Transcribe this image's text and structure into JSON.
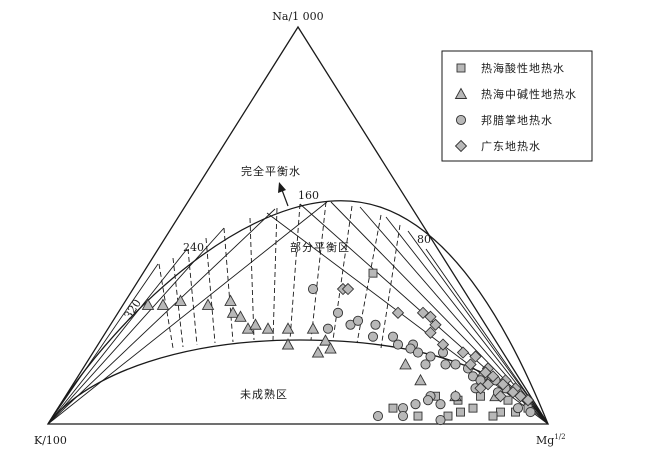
{
  "chart_data": {
    "type": "scatter",
    "diagram": "ternary",
    "vertices": {
      "top": "Na/1 000",
      "left": "K/100",
      "right": "Mg^(1/2)"
    },
    "right_vertex_base": "Mg",
    "right_vertex_sup": "1/2",
    "zones": {
      "equilibrium": "完全平衡水",
      "partial": "部分平衡区",
      "immature": "未成熟区"
    },
    "temperature_labels": [
      "320",
      "240",
      "160",
      "80"
    ],
    "legend": {
      "placement": "top-right",
      "entries": [
        {
          "name": "热海酸性地热水",
          "marker": "square"
        },
        {
          "name": "热海中碱性地热水",
          "marker": "triangle"
        },
        {
          "name": "邦腊掌地热水",
          "marker": "circle"
        },
        {
          "name": "广东地热水",
          "marker": "diamond"
        }
      ]
    },
    "marker_fill": "#b8b8b8",
    "marker_stroke": "#333333",
    "series": [
      {
        "name": "热海酸性地热水",
        "marker": "square",
        "points": [
          {
            "na": 0.04,
            "k": 0.02,
            "mg": 0.94
          },
          {
            "na": 0.03,
            "k": 0.05,
            "mg": 0.92
          },
          {
            "na": 0.03,
            "k": 0.08,
            "mg": 0.89
          },
          {
            "na": 0.02,
            "k": 0.1,
            "mg": 0.88
          },
          {
            "na": 0.04,
            "k": 0.13,
            "mg": 0.83
          },
          {
            "na": 0.03,
            "k": 0.16,
            "mg": 0.81
          },
          {
            "na": 0.02,
            "k": 0.19,
            "mg": 0.79
          },
          {
            "na": 0.06,
            "k": 0.05,
            "mg": 0.89
          },
          {
            "na": 0.07,
            "k": 0.1,
            "mg": 0.83
          },
          {
            "na": 0.07,
            "k": 0.19,
            "mg": 0.74
          },
          {
            "na": 0.02,
            "k": 0.25,
            "mg": 0.73
          },
          {
            "na": 0.04,
            "k": 0.29,
            "mg": 0.67
          },
          {
            "na": 0.06,
            "k": 0.15,
            "mg": 0.79
          },
          {
            "na": 0.38,
            "k": 0.16,
            "mg": 0.46
          }
        ]
      },
      {
        "name": "热海中碱性地热水",
        "marker": "triangle",
        "points": [
          {
            "na": 0.3,
            "k": 0.65,
            "mg": 0.05
          },
          {
            "na": 0.3,
            "k": 0.62,
            "mg": 0.08
          },
          {
            "na": 0.31,
            "k": 0.58,
            "mg": 0.11
          },
          {
            "na": 0.3,
            "k": 0.53,
            "mg": 0.17
          },
          {
            "na": 0.31,
            "k": 0.48,
            "mg": 0.21
          },
          {
            "na": 0.28,
            "k": 0.49,
            "mg": 0.23
          },
          {
            "na": 0.27,
            "k": 0.48,
            "mg": 0.25
          },
          {
            "na": 0.24,
            "k": 0.48,
            "mg": 0.28
          },
          {
            "na": 0.25,
            "k": 0.46,
            "mg": 0.29
          },
          {
            "na": 0.24,
            "k": 0.44,
            "mg": 0.32
          },
          {
            "na": 0.24,
            "k": 0.4,
            "mg": 0.36
          },
          {
            "na": 0.2,
            "k": 0.42,
            "mg": 0.38
          },
          {
            "na": 0.24,
            "k": 0.35,
            "mg": 0.41
          },
          {
            "na": 0.21,
            "k": 0.34,
            "mg": 0.45
          },
          {
            "na": 0.19,
            "k": 0.34,
            "mg": 0.47
          },
          {
            "na": 0.18,
            "k": 0.37,
            "mg": 0.45
          },
          {
            "na": 0.15,
            "k": 0.21,
            "mg": 0.64
          },
          {
            "na": 0.11,
            "k": 0.2,
            "mg": 0.69
          },
          {
            "na": 0.07,
            "k": 0.07,
            "mg": 0.86
          },
          {
            "na": 0.07,
            "k": 0.15,
            "mg": 0.78
          }
        ]
      },
      {
        "name": "邦腊掌地热水",
        "marker": "circle",
        "points": [
          {
            "na": 0.34,
            "k": 0.3,
            "mg": 0.36
          },
          {
            "na": 0.28,
            "k": 0.28,
            "mg": 0.44
          },
          {
            "na": 0.24,
            "k": 0.32,
            "mg": 0.44
          },
          {
            "na": 0.25,
            "k": 0.27,
            "mg": 0.48
          },
          {
            "na": 0.26,
            "k": 0.25,
            "mg": 0.49
          },
          {
            "na": 0.25,
            "k": 0.22,
            "mg": 0.53
          },
          {
            "na": 0.22,
            "k": 0.24,
            "mg": 0.54
          },
          {
            "na": 0.22,
            "k": 0.2,
            "mg": 0.58
          },
          {
            "na": 0.2,
            "k": 0.2,
            "mg": 0.6
          },
          {
            "na": 0.2,
            "k": 0.17,
            "mg": 0.63
          },
          {
            "na": 0.19,
            "k": 0.18,
            "mg": 0.63
          },
          {
            "na": 0.18,
            "k": 0.17,
            "mg": 0.65
          },
          {
            "na": 0.17,
            "k": 0.15,
            "mg": 0.68
          },
          {
            "na": 0.15,
            "k": 0.17,
            "mg": 0.68
          },
          {
            "na": 0.18,
            "k": 0.12,
            "mg": 0.7
          },
          {
            "na": 0.15,
            "k": 0.13,
            "mg": 0.72
          },
          {
            "na": 0.15,
            "k": 0.11,
            "mg": 0.74
          },
          {
            "na": 0.14,
            "k": 0.09,
            "mg": 0.77
          },
          {
            "na": 0.12,
            "k": 0.09,
            "mg": 0.79
          },
          {
            "na": 0.12,
            "k": 0.07,
            "mg": 0.81
          },
          {
            "na": 0.11,
            "k": 0.08,
            "mg": 0.81
          },
          {
            "na": 0.11,
            "k": 0.05,
            "mg": 0.84
          },
          {
            "na": 0.09,
            "k": 0.1,
            "mg": 0.81
          },
          {
            "na": 0.09,
            "k": 0.04,
            "mg": 0.87
          },
          {
            "na": 0.08,
            "k": 0.06,
            "mg": 0.86
          },
          {
            "na": 0.07,
            "k": 0.15,
            "mg": 0.78
          },
          {
            "na": 0.05,
            "k": 0.19,
            "mg": 0.76
          },
          {
            "na": 0.07,
            "k": 0.2,
            "mg": 0.73
          },
          {
            "na": 0.06,
            "k": 0.21,
            "mg": 0.73
          },
          {
            "na": 0.05,
            "k": 0.24,
            "mg": 0.71
          },
          {
            "na": 0.04,
            "k": 0.27,
            "mg": 0.69
          },
          {
            "na": 0.03,
            "k": 0.02,
            "mg": 0.95
          },
          {
            "na": 0.02,
            "k": 0.28,
            "mg": 0.7
          },
          {
            "na": 0.02,
            "k": 0.33,
            "mg": 0.65
          },
          {
            "na": 0.01,
            "k": 0.21,
            "mg": 0.78
          },
          {
            "na": 0.04,
            "k": 0.04,
            "mg": 0.92
          }
        ]
      },
      {
        "name": "广东地热水",
        "marker": "diamond",
        "points": [
          {
            "na": 0.34,
            "k": 0.24,
            "mg": 0.42
          },
          {
            "na": 0.34,
            "k": 0.23,
            "mg": 0.43
          },
          {
            "na": 0.28,
            "k": 0.16,
            "mg": 0.56
          },
          {
            "na": 0.28,
            "k": 0.11,
            "mg": 0.61
          },
          {
            "na": 0.27,
            "k": 0.1,
            "mg": 0.63
          },
          {
            "na": 0.25,
            "k": 0.1,
            "mg": 0.65
          },
          {
            "na": 0.23,
            "k": 0.12,
            "mg": 0.65
          },
          {
            "na": 0.2,
            "k": 0.11,
            "mg": 0.69
          },
          {
            "na": 0.18,
            "k": 0.08,
            "mg": 0.74
          },
          {
            "na": 0.17,
            "k": 0.06,
            "mg": 0.77
          },
          {
            "na": 0.15,
            "k": 0.08,
            "mg": 0.77
          },
          {
            "na": 0.14,
            "k": 0.05,
            "mg": 0.81
          },
          {
            "na": 0.13,
            "k": 0.06,
            "mg": 0.81
          },
          {
            "na": 0.12,
            "k": 0.05,
            "mg": 0.83
          },
          {
            "na": 0.11,
            "k": 0.03,
            "mg": 0.86
          },
          {
            "na": 0.1,
            "k": 0.04,
            "mg": 0.86
          },
          {
            "na": 0.09,
            "k": 0.02,
            "mg": 0.89
          },
          {
            "na": 0.08,
            "k": 0.03,
            "mg": 0.89
          },
          {
            "na": 0.07,
            "k": 0.02,
            "mg": 0.91
          },
          {
            "na": 0.06,
            "k": 0.01,
            "mg": 0.93
          },
          {
            "na": 0.1,
            "k": 0.07,
            "mg": 0.83
          },
          {
            "na": 0.07,
            "k": 0.06,
            "mg": 0.87
          },
          {
            "na": 0.09,
            "k": 0.09,
            "mg": 0.82
          }
        ]
      }
    ]
  }
}
